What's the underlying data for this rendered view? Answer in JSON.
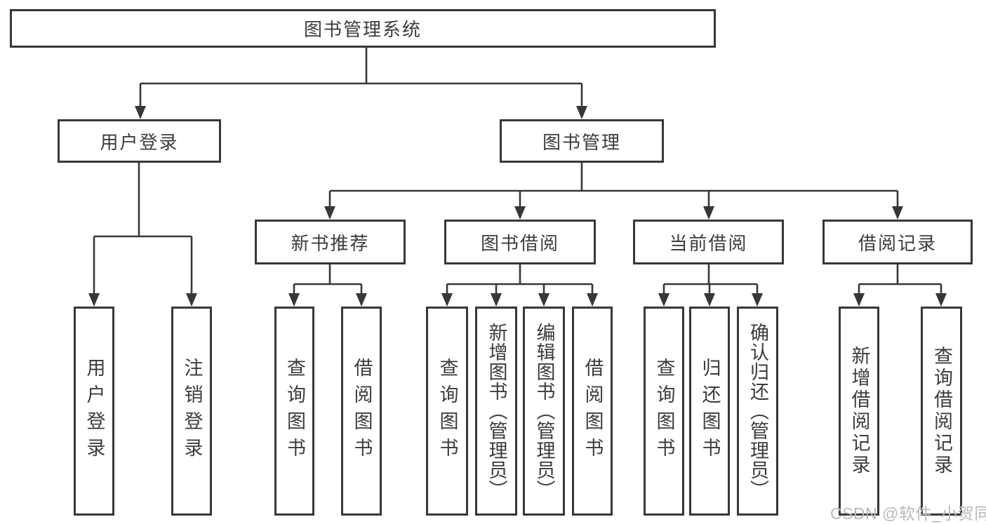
{
  "diagram": {
    "root": {
      "label": "图书管理系统"
    },
    "level2": [
      {
        "label": "用户登录"
      },
      {
        "label": "图书管理"
      }
    ],
    "level3": [
      {
        "label": "新书推荐"
      },
      {
        "label": "图书借阅"
      },
      {
        "label": "当前借阅"
      },
      {
        "label": "借阅记录"
      }
    ],
    "leaves": {
      "user_login": [
        {
          "label": "用户登录"
        },
        {
          "label": "注销登录"
        }
      ],
      "new_book": [
        {
          "label": "查询图书"
        },
        {
          "label": "借阅图书"
        }
      ],
      "book_borrow": [
        {
          "label": "查询图书"
        },
        {
          "label": "新增图书（管理员）"
        },
        {
          "label": "编辑图书（管理员）"
        },
        {
          "label": "借阅图书"
        }
      ],
      "current_borrow": [
        {
          "label": "查询图书"
        },
        {
          "label": "归还图书"
        },
        {
          "label": "确认归还（管理员）"
        }
      ],
      "borrow_record": [
        {
          "label": "新增借阅记录"
        },
        {
          "label": "查询借阅记录"
        }
      ]
    },
    "watermark": "CSDN @软件_小贺同学",
    "colors": {
      "line": "#373737",
      "text": "#3c3c3c",
      "background": "#ffffff",
      "watermark": "#b9b9b9"
    }
  }
}
